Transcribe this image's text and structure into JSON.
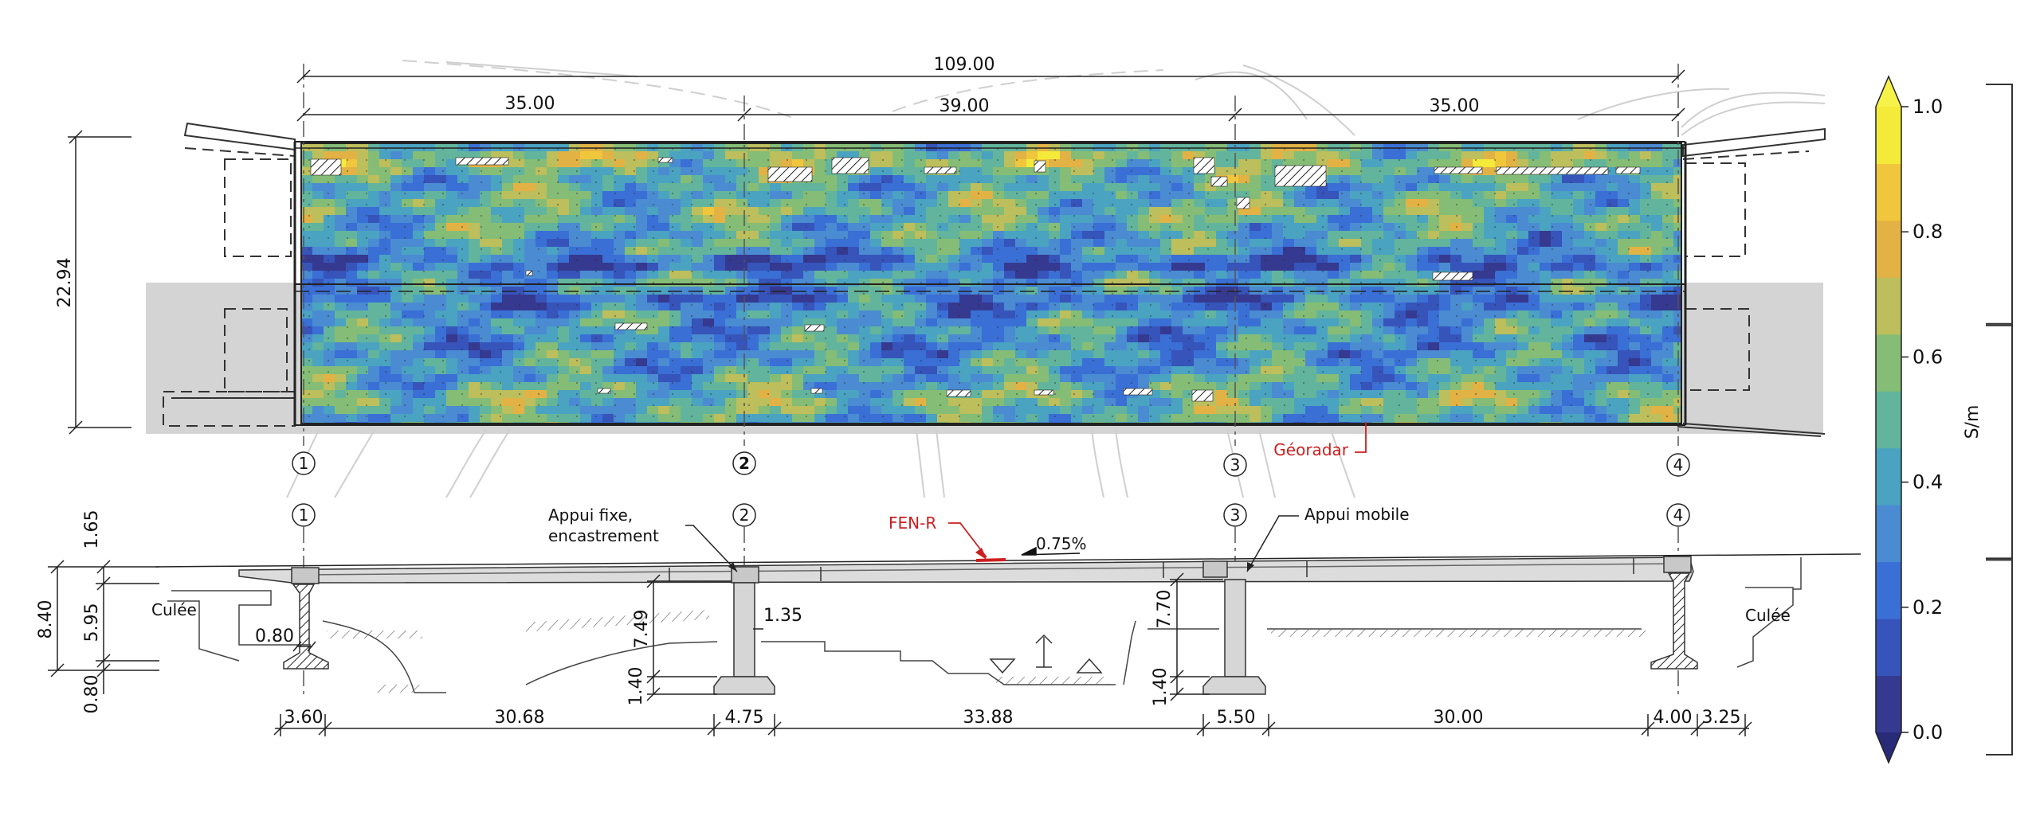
{
  "plan": {
    "dims_top": {
      "total": "109.00",
      "spans": [
        "35.00",
        "39.00",
        "35.00"
      ],
      "width": "22.94"
    },
    "axis_labels": [
      "1",
      "2",
      "3",
      "4"
    ],
    "georadar_label": "Géoradar"
  },
  "elevation": {
    "axis_labels": [
      "1",
      "2",
      "3",
      "4"
    ],
    "appui_fixe": [
      "Appui fixe,",
      "encastrement"
    ],
    "appui_mobile": "Appui mobile",
    "fen_label": "FEN-R",
    "slope": "0.75%",
    "culee_left": "Culée",
    "culee_right": "Culée",
    "left_dims": [
      "1.65",
      "8.40",
      "5.95",
      "0.80"
    ],
    "abutment_dim": "0.80",
    "pier2_dims": [
      "7.49",
      "1.40",
      "1.35"
    ],
    "pier3_dims": [
      "7.70",
      "1.40"
    ],
    "bottom_dims": [
      "3.60",
      "30.68",
      "4.75",
      "33.88",
      "5.50",
      "30.00",
      "4.00",
      "3.25"
    ]
  },
  "colorbar": {
    "label": "S/m",
    "ticks": [
      "0.0",
      "0.2",
      "0.4",
      "0.6",
      "0.8",
      "1.0"
    ],
    "levels": [
      0.0,
      0.1,
      0.2,
      0.3,
      0.4,
      0.5,
      0.6,
      0.7,
      0.8,
      0.9,
      1.0
    ],
    "colors": [
      "#35398f",
      "#3654ba",
      "#3a6fd6",
      "#4a8bd2",
      "#4aa3c1",
      "#62b59c",
      "#85bd76",
      "#bdbe5c",
      "#e3b245",
      "#f0c63c",
      "#f4ea3a"
    ],
    "low_color": "#272b78",
    "high_color": "#f7f24a",
    "bracket_bands": [
      "0.0",
      "0.3",
      "0.65",
      "1.0"
    ]
  }
}
